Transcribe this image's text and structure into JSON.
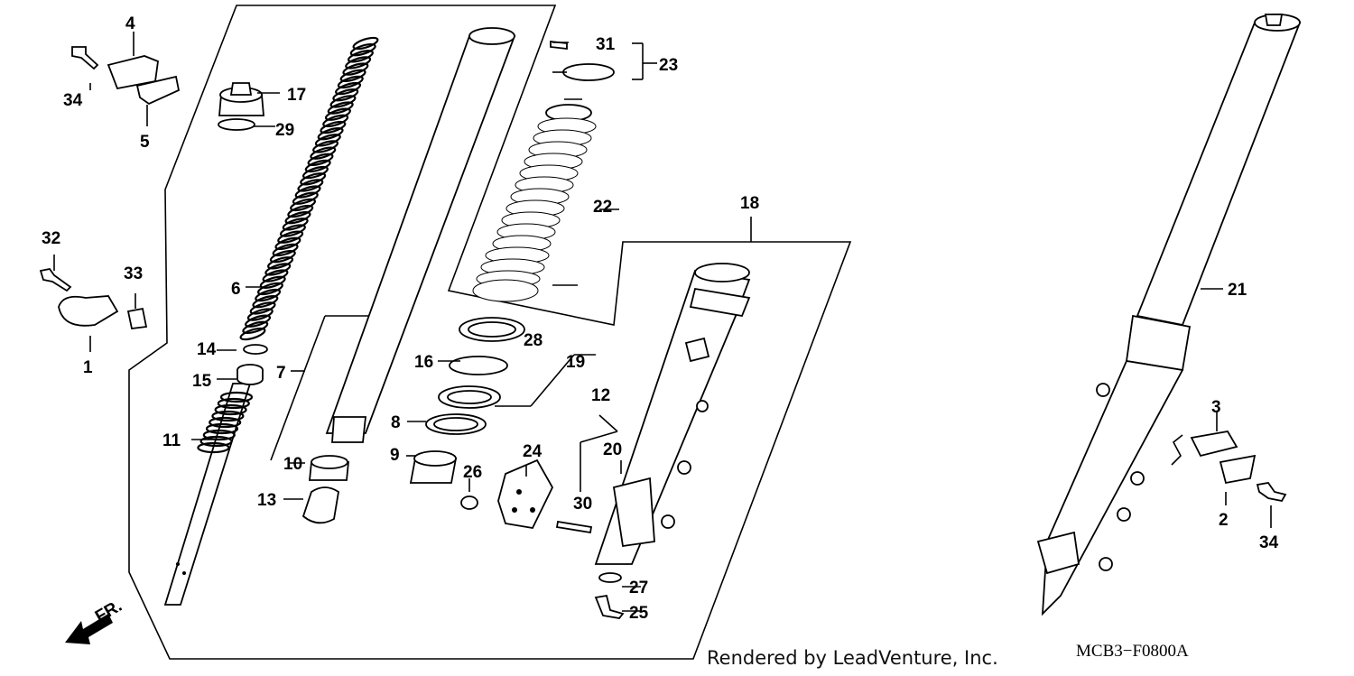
{
  "callouts": [
    "1",
    "2",
    "3",
    "4",
    "5",
    "6",
    "7",
    "8",
    "9",
    "10",
    "11",
    "12",
    "13",
    "14",
    "15",
    "16",
    "17",
    "18",
    "19",
    "20",
    "21",
    "22",
    "23",
    "24",
    "25",
    "26",
    "27",
    "28",
    "29",
    "30",
    "31",
    "32",
    "33",
    "34",
    "34"
  ],
  "direction_label": "FR.",
  "credit": "Rendered by LeadVenture, Inc.",
  "diagram_code": "MCB3−F0800A"
}
